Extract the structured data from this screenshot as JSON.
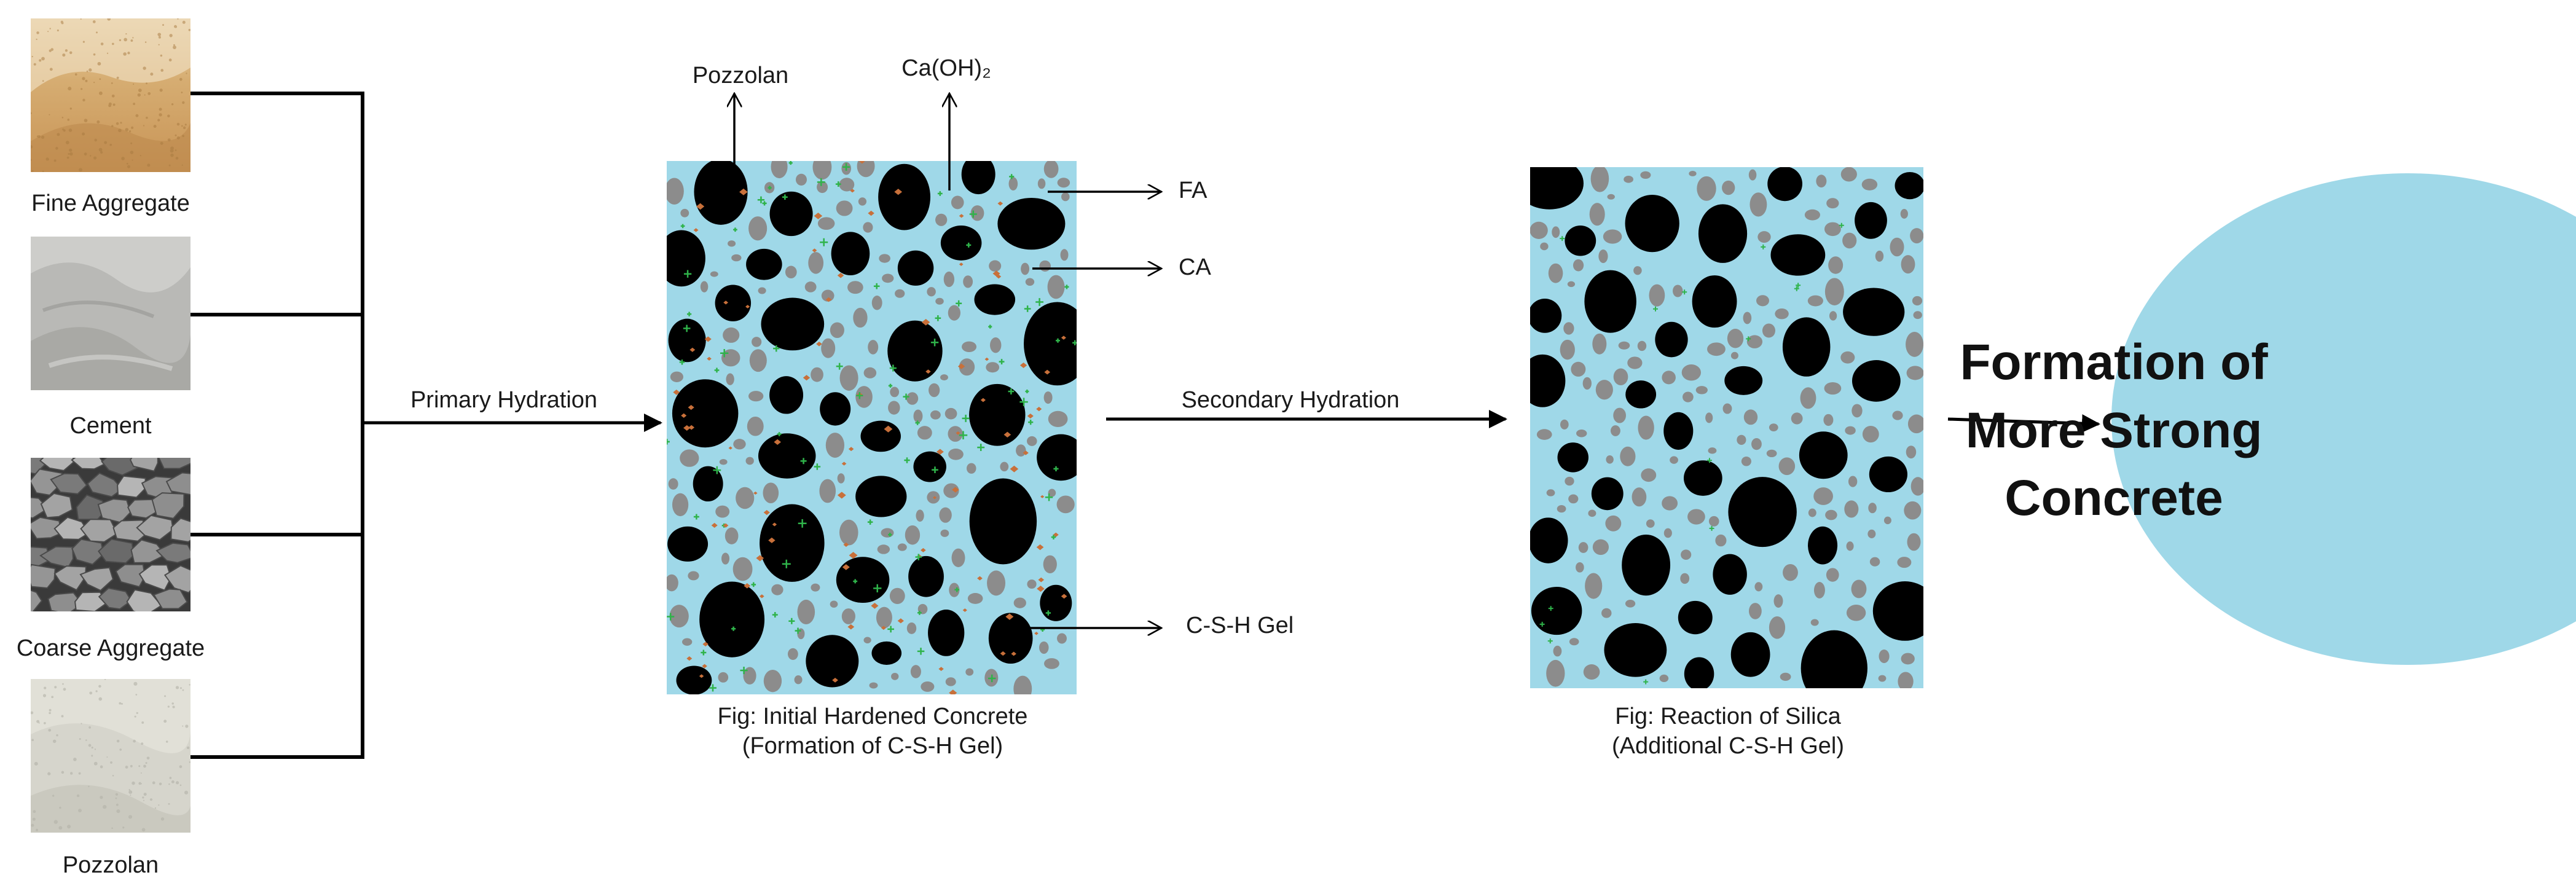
{
  "materials": [
    {
      "label": "Fine Aggregate",
      "texture": "sand"
    },
    {
      "label": "Cement",
      "texture": "cement"
    },
    {
      "label": "Coarse Aggregate",
      "texture": "gravel"
    },
    {
      "label": "Pozzolan",
      "texture": "pozzolan"
    }
  ],
  "arrows": {
    "primary": "Primary Hydration",
    "secondary": "Secondary Hydration"
  },
  "panel1": {
    "caption_line1": "Fig: Initial Hardened Concrete",
    "caption_line2": "(Formation of C-S-H Gel)",
    "callouts": {
      "pozzolan": "Pozzolan",
      "caoh": "Ca(OH)₂",
      "fa": "FA",
      "ca": "CA",
      "csh": "C-S-H Gel"
    }
  },
  "panel2": {
    "caption_line1": "Fig: Reaction of Silica",
    "caption_line2": "(Additional C-S-H Gel)"
  },
  "result": {
    "line1": "Formation of",
    "line2": "More Strong",
    "line3": "Concrete"
  },
  "colors": {
    "matrix": "#9fd8e8",
    "coarse_aggregate": "#000000",
    "fine_aggregate": "#8c8c8c",
    "caoh_particles": "#c8703a",
    "csh_gel": "#2fb34a",
    "circle": "#9fd8e8"
  }
}
